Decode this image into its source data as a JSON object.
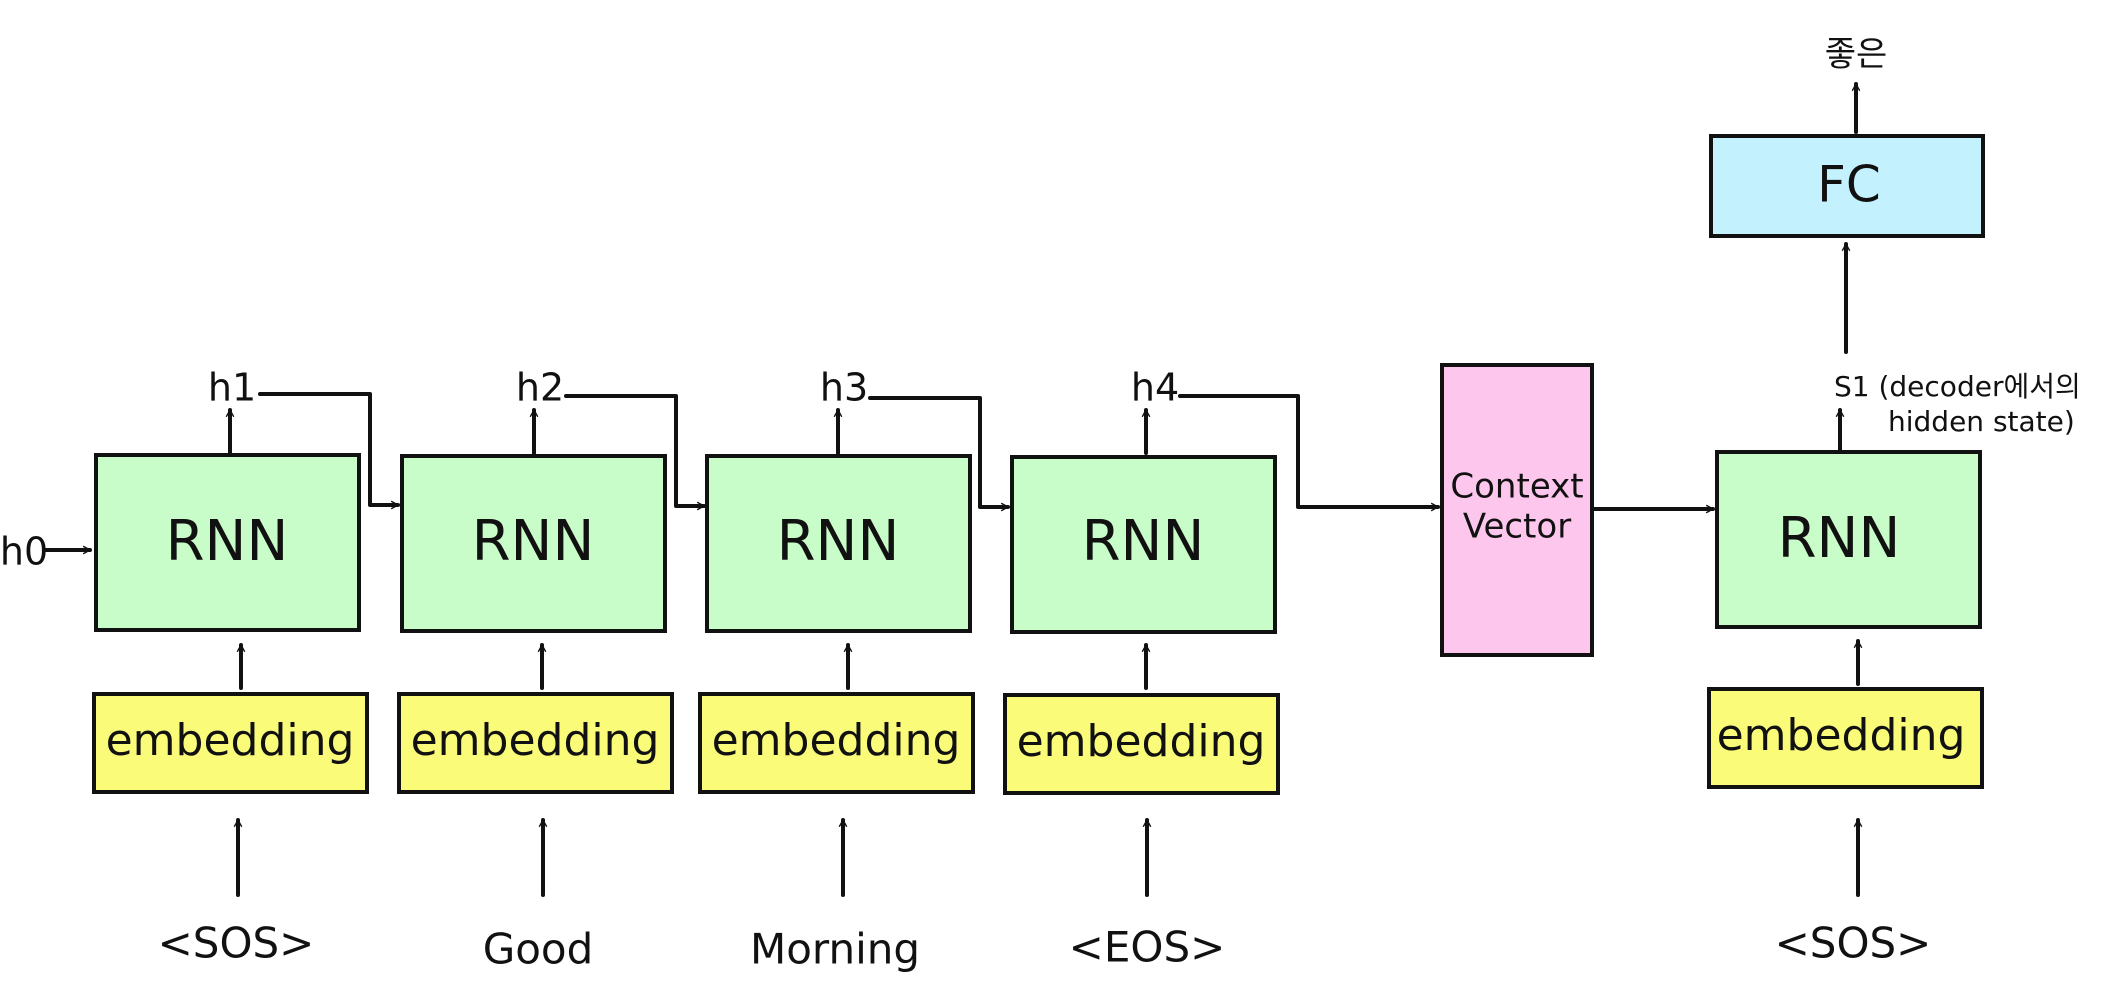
{
  "colors": {
    "rnn": "#c8fcc8",
    "embedding": "#fbfb7a",
    "context": "#fdc6ec",
    "fc": "#c3f1fd",
    "stroke": "#111111"
  },
  "encoder": {
    "initial_state": "h0",
    "steps": [
      {
        "rnn": "RNN",
        "embedding": "embedding",
        "input": "<SOS>",
        "hidden": "h1"
      },
      {
        "rnn": "RNN",
        "embedding": "embedding",
        "input": "Good",
        "hidden": "h2"
      },
      {
        "rnn": "RNN",
        "embedding": "embedding",
        "input": "Morning",
        "hidden": "h3"
      },
      {
        "rnn": "RNN",
        "embedding": "embedding",
        "input": "<EOS>",
        "hidden": "h4"
      }
    ]
  },
  "context": {
    "line1": "Context",
    "line2": "Vector"
  },
  "decoder": {
    "rnn": "RNN",
    "embedding": "embedding",
    "input": "<SOS>",
    "hidden_line1": "S1 (decoder에서의",
    "hidden_line2": "hidden state)",
    "fc": "FC",
    "output": "좋은"
  }
}
